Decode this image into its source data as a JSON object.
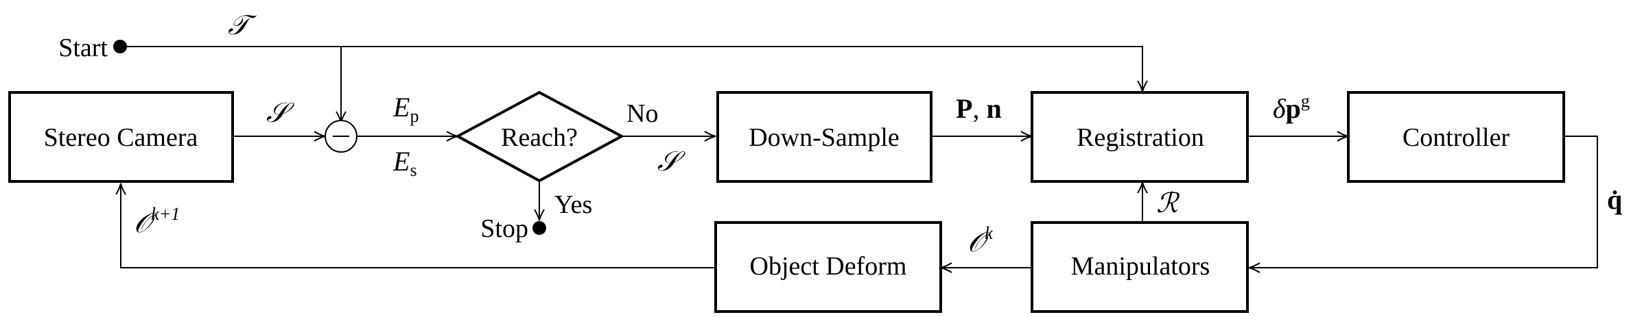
{
  "nodes": {
    "stereo_camera": "Stereo Camera",
    "reach": "Reach?",
    "down_sample": "Down-Sample",
    "registration": "Registration",
    "controller": "Controller",
    "manipulators": "Manipulators",
    "object_deform": "Object Deform",
    "start": "Start",
    "stop": "Stop",
    "minus": "−"
  },
  "edges": {
    "tau": "𝒯",
    "S_cam": "𝒮",
    "Ep": "E",
    "Ep_sub": "p",
    "Es": "E",
    "Es_sub": "s",
    "no": "No",
    "yes": "Yes",
    "S_down": "𝒮",
    "Pn_P": "P",
    "Pn_comma": ", ",
    "Pn_n": "n",
    "dp_delta": "δ",
    "dp_p": "p",
    "dp_sup": "g",
    "qdot": "q̇",
    "R": "ℛ",
    "Ok": "𝒪",
    "Ok_sup": "k",
    "Ok1": "𝒪",
    "Ok1_sup": "k+1"
  }
}
